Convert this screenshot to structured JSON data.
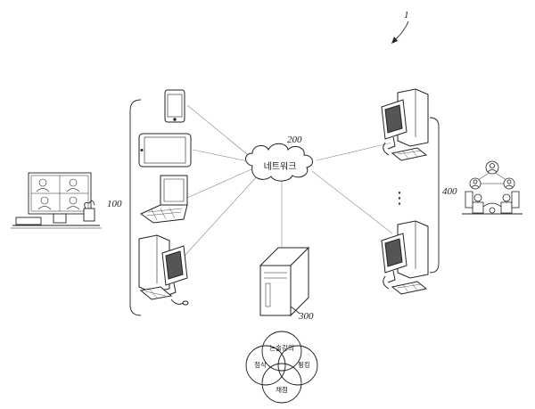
{
  "figure": {
    "figure_number": "1",
    "labels": {
      "client_group": "100",
      "network_ref": "200",
      "server_ref": "300",
      "instructor_group": "400"
    },
    "network": {
      "label": "네트워크"
    },
    "instructor_ellipsis": "⋮",
    "venn": {
      "top": "논술강의",
      "left": "첨삭",
      "right": "튕킹",
      "bottom": "채점"
    }
  }
}
